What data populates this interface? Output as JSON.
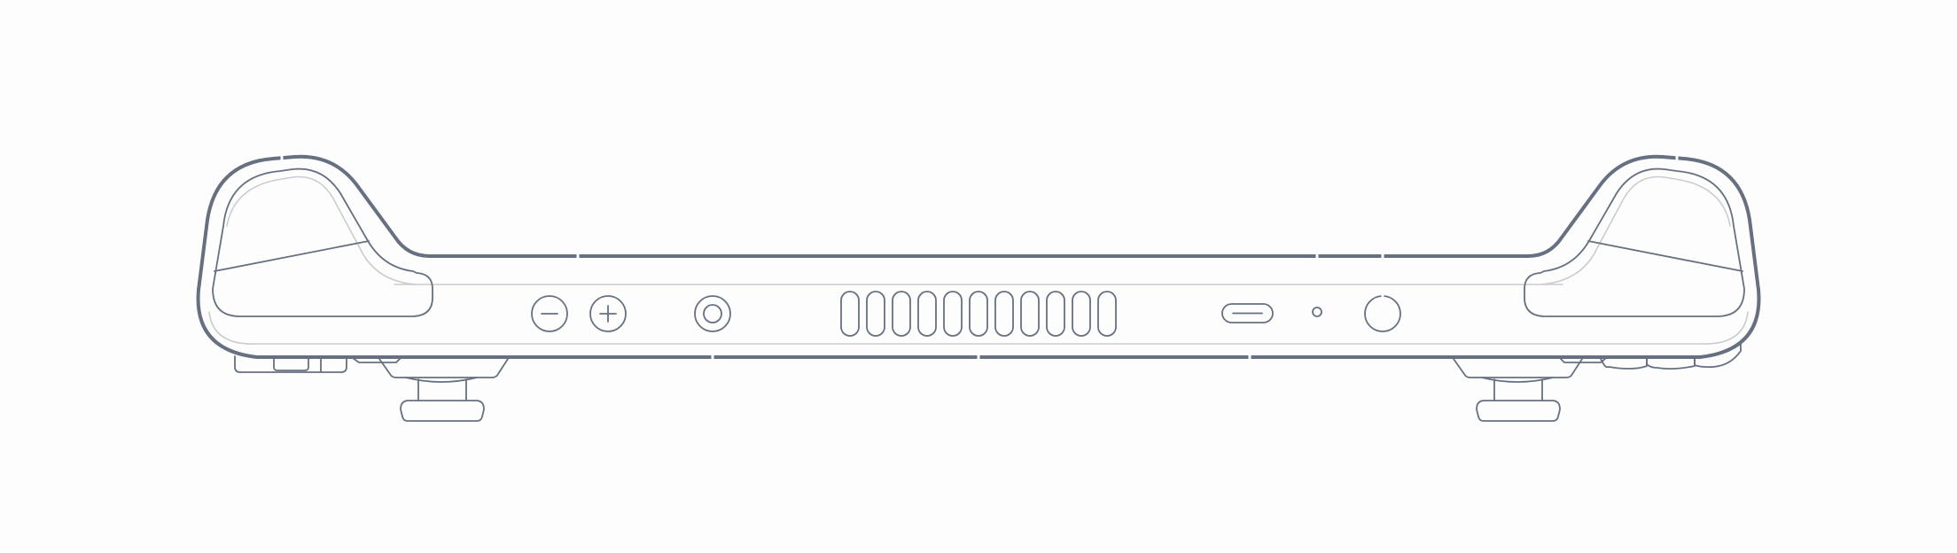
{
  "figure": {
    "subject": "handheld-console-top-edge",
    "colors": {
      "outline": "#667080",
      "faint_outline": "#c9ccd1",
      "background": "#fdfdfd"
    },
    "components": {
      "buttons": [
        "minus-button-icon",
        "plus-button-icon"
      ],
      "ports": [
        "headphone-jack-icon",
        "usb-c-port-icon",
        "microphone-hole-icon",
        "power-button-icon"
      ],
      "vent_slot_count": 11,
      "shoulder_buttons": [
        "left-bumper",
        "right-bumper"
      ],
      "triggers": [
        "left-trigger",
        "right-trigger"
      ]
    }
  }
}
